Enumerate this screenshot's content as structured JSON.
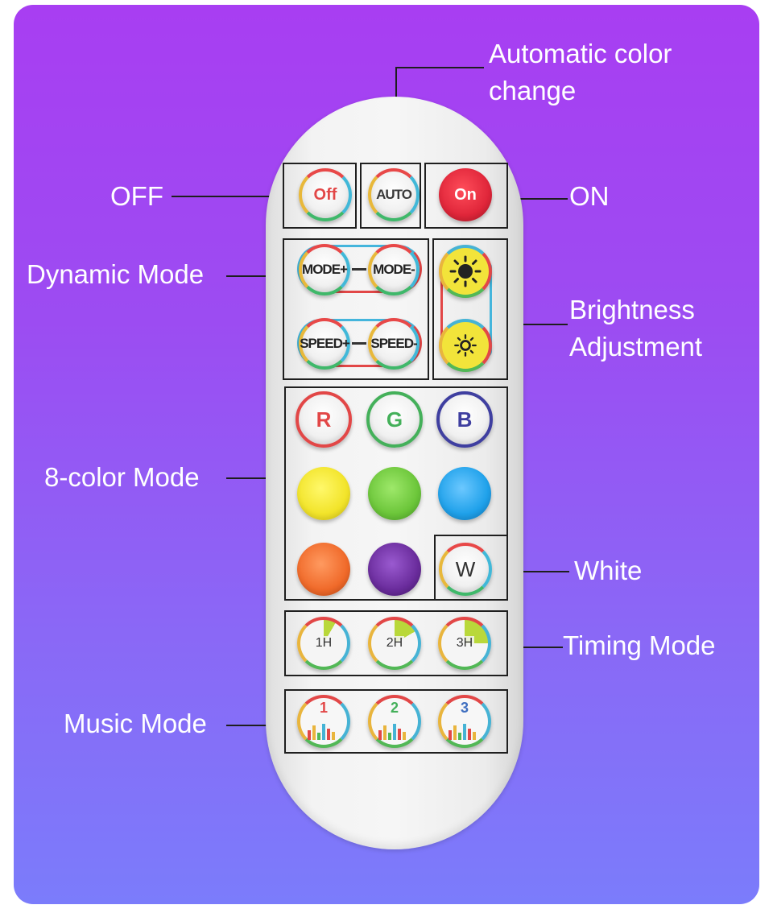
{
  "labels": {
    "auto_line1": "Automatic color",
    "auto_line2": "change",
    "off": "OFF",
    "on": "ON",
    "dynamic": "Dynamic Mode",
    "brightness_line1": "Brightness",
    "brightness_line2": "Adjustment",
    "eight_color": "8-color Mode",
    "white": "White",
    "timing": "Timing Mode",
    "music": "Music Mode"
  },
  "buttons": {
    "off": "Off",
    "auto": "AUTO",
    "on": "On",
    "mode_plus": "MODE+",
    "mode_minus": "MODE-",
    "speed_plus": "SPEED+",
    "speed_minus": "SPEED-",
    "r": "R",
    "g": "G",
    "b": "B",
    "w": "W",
    "timer_1": "1H",
    "timer_2": "2H",
    "timer_3": "3H",
    "music_1": "1",
    "music_2": "2",
    "music_3": "3"
  },
  "colors": {
    "red": "#e24747",
    "green": "#44b05a",
    "blue": "#3f3fa0",
    "on_button": "#e0263a",
    "yellow": "#f2e42a",
    "lime": "#6cc63a",
    "sky": "#1fa1ea",
    "orange": "#f06a2a",
    "purple": "#6a2c9c"
  }
}
